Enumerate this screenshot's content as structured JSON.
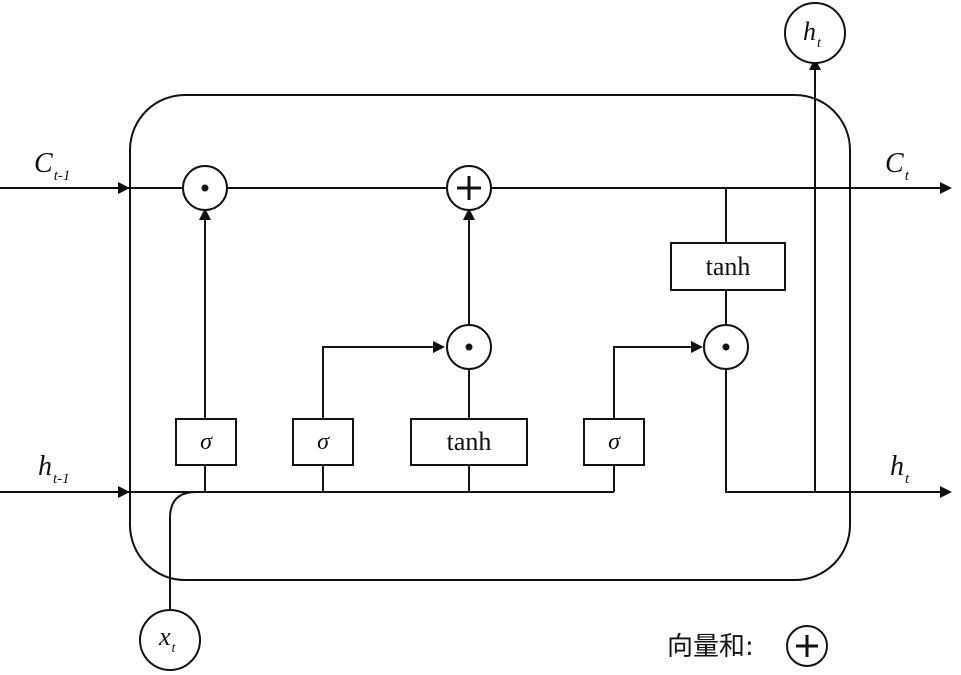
{
  "inputs": {
    "c_prev": {
      "base": "C",
      "sub": "t-1"
    },
    "h_prev": {
      "base": "h",
      "sub": "t-1"
    },
    "x": {
      "base": "x",
      "sub": "t"
    }
  },
  "outputs": {
    "c_out": {
      "base": "C",
      "sub": "t"
    },
    "h_out": {
      "base": "h",
      "sub": "t"
    },
    "h_top": {
      "base": "h",
      "sub": "t"
    }
  },
  "gates": {
    "forget": "σ",
    "input": "σ",
    "candidate": "tanh",
    "output": "σ",
    "cell_tanh": "tanh"
  },
  "operators": {
    "multiply": "⊙",
    "add": "+"
  },
  "legend": {
    "label": "向量和:",
    "symbol": "+"
  }
}
